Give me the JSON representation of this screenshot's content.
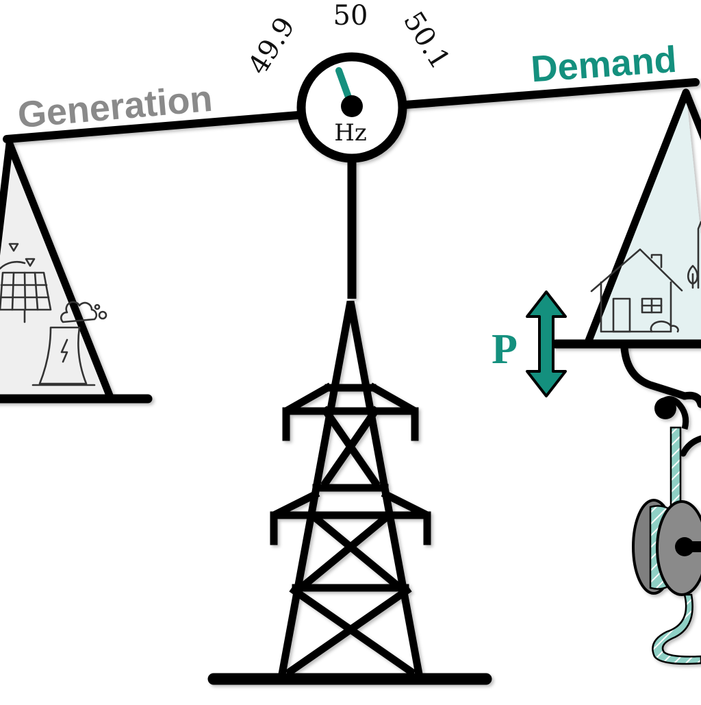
{
  "labels": {
    "generation": "Generation",
    "demand": "Demand",
    "frequency_unit": "Hz",
    "power_symbol": "P"
  },
  "frequency_scale": {
    "ticks": [
      "49.9",
      "50",
      "50.1"
    ]
  },
  "colors": {
    "accent": "#14907e",
    "generation_text": "#8a8a8a",
    "generation_pan": "#efefef",
    "demand_pan": "#e4f1f1",
    "spool": "#7f7f7f",
    "line": "#000000"
  },
  "icons": {
    "generation_pan": [
      "solar-panel-icon",
      "sun-icon",
      "cooling-tower-icon",
      "smoke-cloud-icon"
    ],
    "demand_pan": [
      "house-icon",
      "tree-icon",
      "building-icon"
    ],
    "center": [
      "transmission-tower-icon",
      "frequency-gauge-icon"
    ],
    "right_side": [
      "updown-arrow-icon",
      "spring-hook-icon",
      "cable-spool-icon"
    ]
  }
}
